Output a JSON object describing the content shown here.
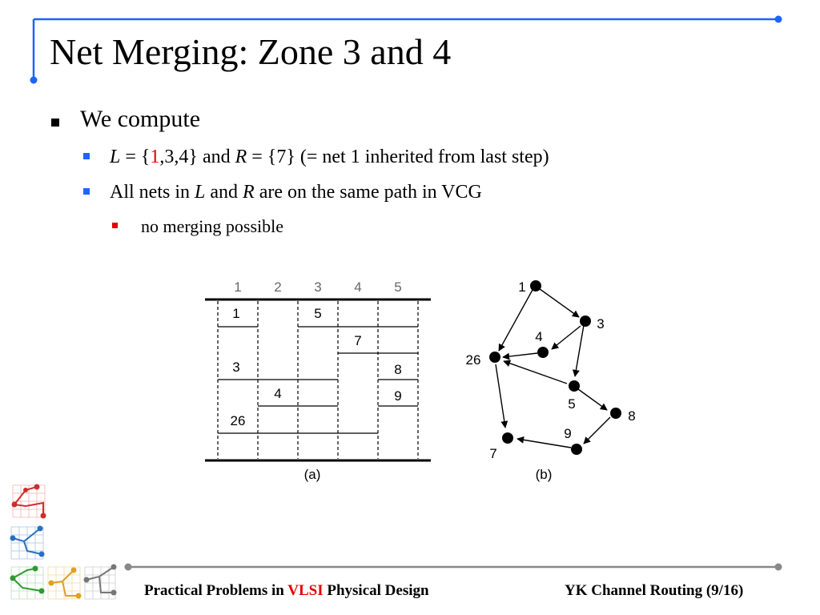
{
  "title": "Net Merging: Zone 3 and 4",
  "bullet1": "We compute",
  "bullet2": {
    "L": "L",
    "eq_open": " = {",
    "one": "1",
    "rest": ",3,4} and ",
    "R": "R",
    "rest2": " = {7} (= net 1 inherited from last step)"
  },
  "bullet3": {
    "pre": "All nets in ",
    "L": "L",
    "mid": " and ",
    "R": "R",
    "post": " are on the same path in VCG"
  },
  "bullet4": "no merging possible",
  "zone_diagram": {
    "caption": "(a)",
    "zones": [
      "1",
      "2",
      "3",
      "4",
      "5"
    ],
    "net_labels": [
      "1",
      "5",
      "7",
      "3",
      "8",
      "4",
      "9",
      "26"
    ]
  },
  "vcg": {
    "caption": "(b)",
    "nodes": [
      "1",
      "3",
      "4",
      "26",
      "5",
      "8",
      "9",
      "7"
    ]
  },
  "footer": {
    "left_pre": "Practical Problems in ",
    "left_vlsi": "VLSI",
    "left_post": " Physical Design",
    "right": "YK Channel Routing (9/16)"
  },
  "colors": {
    "accent": "#1f63ff",
    "highlight": "#e00000",
    "rule": "#888888"
  }
}
